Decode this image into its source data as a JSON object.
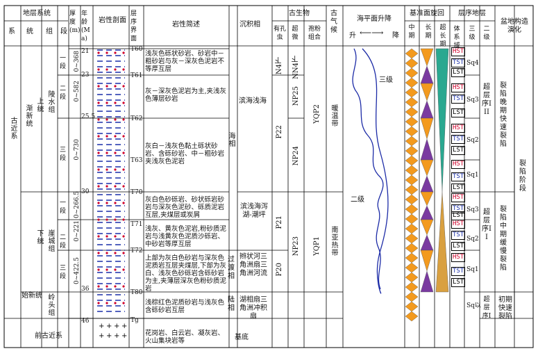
{
  "headers": {
    "strat_system": "地层系统",
    "system": "系",
    "series": "统",
    "group": "组",
    "member": "段",
    "thickness": "厚度(m)",
    "age": "年龄(Ma)",
    "column": "岩性剖面",
    "boundary": "层序界面",
    "lith_desc": "岩性简述",
    "facies": "沉积相",
    "paleo": "古生物",
    "ostracod": "有孔虫",
    "nanno": "超微",
    "pollen": "孢粉组合",
    "climate": "古气候",
    "sealevel": "海平面升降",
    "rise": "升",
    "fall": "降",
    "cycle": "基准面旋回",
    "mid_cycle": "中期",
    "long_cycle": "长期",
    "super_long": "超长期",
    "seq_strat": "层序地层",
    "tract": "体系域",
    "third": "三级",
    "second": "二级",
    "tectonic": "盆地构造演化"
  },
  "strata": {
    "system": "古近系",
    "series_paleo": "渐新统",
    "upper": "上统",
    "lower": "下统",
    "shixin": "始新统",
    "group_lingshui": "陵水组",
    "group_yacheng": "崖城组",
    "group_lingtou": "岭头组",
    "members_upper": [
      "一段",
      "二段",
      "三段"
    ],
    "members_lower": [
      "一段",
      "二段",
      "三段"
    ],
    "pretertiary": "前古近系"
  },
  "thickness": [
    "0~368",
    "0~582",
    "0~730",
    "0~266.5",
    "0~221",
    "0~422.5"
  ],
  "ages": [
    "21",
    "23",
    "25.5",
    "30",
    "36",
    "46"
  ],
  "boundaries": [
    "T60",
    "T61",
    "T62",
    "T63",
    "T70",
    "T71",
    "T72",
    "T80",
    "Tg"
  ],
  "lith": [
    "浅灰色砾状砂岩、砂岩中－粗砂岩与灰－深灰色泥岩不等厚互层",
    "灰－深灰色泥岩为主,夹浅灰色薄层砂岩",
    "灰白－浅灰色黏土砾状砂岩、含砾砂岩、中－粗砂岩夹浅灰色泥岩",
    "灰白色砂砾岩、砂状砾岩砂岩与深灰色泥砂、砾质泥岩互层,夹煤层或炭屑",
    "浅灰、黄灰色泥岩,粉砂质泥岩与浅黄灰色泥质沙砾岩、中砂岩等厚互层",
    "上部为灰白色砂岩与深灰色泥质岩互层夹煤层,下部为灰白、浅灰色砂砾岩含砾砂岩为主,夹薄层深灰色粉砂质泥岩",
    "浅棕红色泥质砂岩与浅灰色含砾砂岩互层",
    "花岗岩、白云岩、凝灰岩、火山集块岩等"
  ],
  "facies": {
    "marine": "海相",
    "shore": "滨海浅海",
    "shore_tidal": "滨浅海泻湖-潮坪",
    "trans": "过渡相",
    "braided": "辫状河三角洲扇三角洲河流",
    "terr": "陆相",
    "lake": "湖相扇三角洲冲积扇",
    "base": "基底"
  },
  "paleo": {
    "n4": "N4下",
    "nn4": "NN4下",
    "np25": "NP25",
    "np24": "NP24",
    "np23": "NP23",
    "p22": "P22",
    "p21": "P21",
    "p20": "P20",
    "yqp2": "YQP2",
    "yqp1": "YQP1"
  },
  "climate": {
    "upper": "暖温带",
    "lower": "南亚热带"
  },
  "sealevel_labels": {
    "third": "三级",
    "second": "二级"
  },
  "tracts": [
    "HST",
    "TST",
    "LST",
    "HST",
    "TST",
    "LST",
    "HST",
    "TST",
    "LST",
    "HST",
    "TST",
    "LST",
    "HST",
    "TST",
    "LST",
    "HST",
    "TST",
    "LST",
    "HST",
    "TST",
    "LST"
  ],
  "seq": {
    "sq4": "Sq4",
    "sq3": "Sq3",
    "sq2": "Sq2",
    "sq1": "Sq1",
    "sq3b": "Sq3",
    "sq2b": "Sq2",
    "sq1b": "Sq1",
    "sq0": "Sq以",
    "ss3": "超层序III",
    "ss2": "超层序II",
    "ss1": "超层序I"
  },
  "tectonic": {
    "late": "裂陷晚期快速裂陷",
    "mid": "裂陷中期缓慢裂陷",
    "early": "初期快速裂陷",
    "rift_stage": "裂陷阶段"
  },
  "colors": {
    "hst": "#d0002b",
    "tst": "#1a2fa8",
    "orange": "#f39a1e",
    "purple": "#7a3aa0",
    "green": "#29a890"
  }
}
